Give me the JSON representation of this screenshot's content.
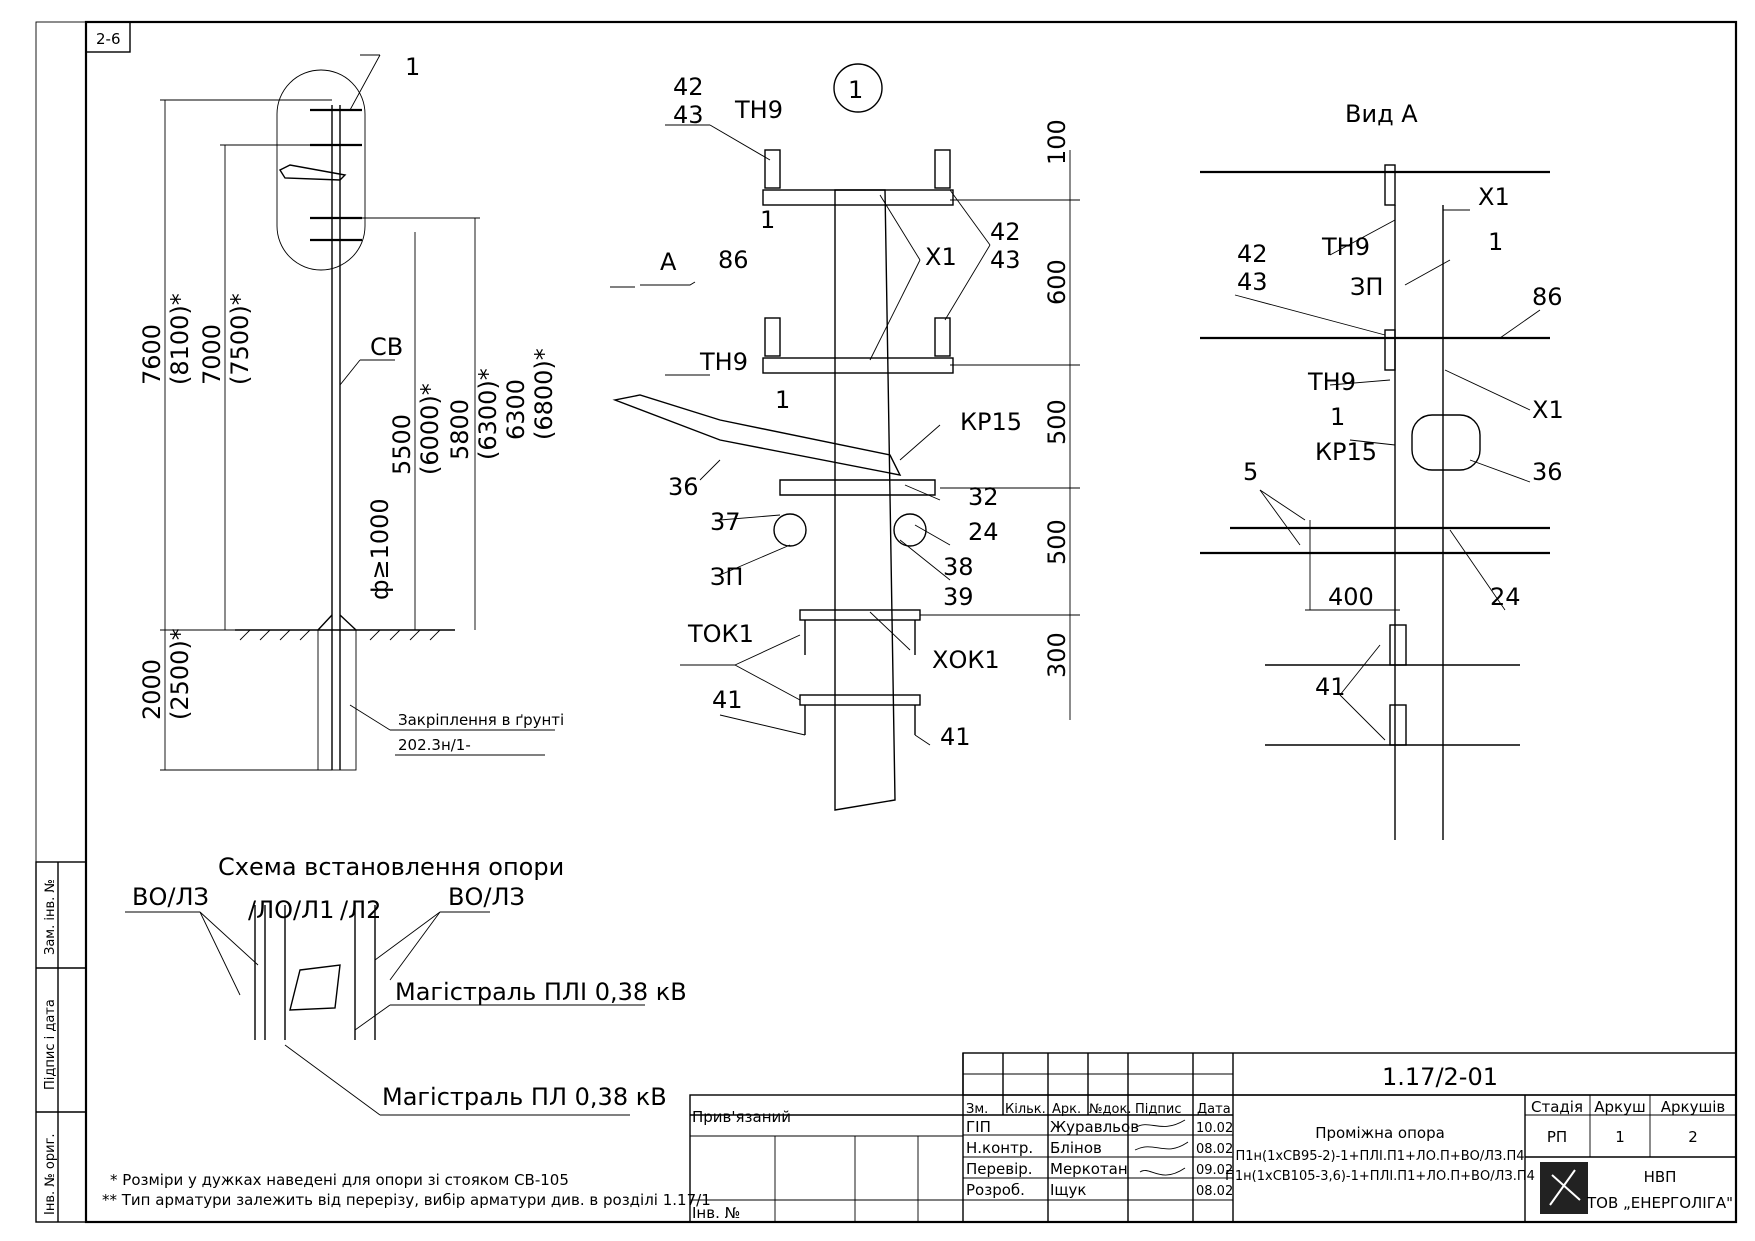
{
  "sheet_tag": "2-6",
  "drawing": {
    "detail_marker": "1",
    "view_title": "Вид А",
    "view_arrow": "А",
    "left": {
      "callout_1": "1",
      "label_cb": "СВ",
      "dims": [
        "7600",
        "(8100)*",
        "7000",
        "(7500)*",
        "5500",
        "(6000)*",
        "5800",
        "(6300)*",
        "6300",
        "(6800)*",
        "2000",
        "(2500)*"
      ],
      "diameter": "ф≥1000",
      "ground_note": "Закріплення в ґрунті",
      "ground_code": "202.3н/1-"
    },
    "middle": {
      "labels": [
        "42",
        "43",
        "ТН9",
        "1",
        "86",
        "А",
        "Х1",
        "42",
        "43",
        "ТН9",
        "1",
        "КР15",
        "36",
        "32",
        "37",
        "24",
        "38",
        "39",
        "ЗП",
        "ТОК1",
        "ХОК1",
        "41",
        "41"
      ],
      "dims": [
        "100",
        "600",
        "500",
        "500",
        "300"
      ]
    },
    "right": {
      "labels": [
        "Х1",
        "42",
        "43",
        "ТН9",
        "1",
        "ЗП",
        "86",
        "ТН9",
        "Х1",
        "1",
        "КР15",
        "36",
        "5",
        "400",
        "24",
        "41"
      ]
    }
  },
  "scheme": {
    "title": "Схема встановлення опори",
    "labels": [
      "ВО/ЛЗ",
      "/ЛО/Л1",
      "/Л2",
      "ВО/ЛЗ"
    ],
    "main_pli": "Магістраль ПЛІ 0,38 кВ",
    "main_pl": "Магістраль ПЛ 0,38 кВ"
  },
  "notes": [
    "* Розміри у дужках наведені для опори зі стояком СВ-105",
    "** Тип арматури залежить від перерізу, вибір арматури див. в розділі 1.17/1"
  ],
  "side_stamp": [
    "Інв. № ориг.",
    "Підпис і дата",
    "Зам. інв. №"
  ],
  "title_block": {
    "priv": "Прив'язаний",
    "inv": "Інв. №",
    "headers": [
      "Зм.",
      "Кільк.",
      "Арк.",
      "№док.",
      "Підпис",
      "Дата"
    ],
    "rows": [
      {
        "role": "ГІП",
        "name": "Журавльов",
        "date": "10.02"
      },
      {
        "role": "Н.контр.",
        "name": "Блінов",
        "date": "08.02"
      },
      {
        "role": "Перевір.",
        "name": "Меркотан",
        "date": "09.02"
      },
      {
        "role": "Розроб.",
        "name": "Іщук",
        "date": "08.02"
      }
    ],
    "code": "1.17/2-01",
    "title1": "Проміжна опора",
    "title2": "П1н(1хСВ95-2)-1+ПЛІ.П1+ЛО.П+ВО/ЛЗ.П4",
    "title3": "П1н(1хСВ105-3,6)-1+ПЛІ.П1+ЛО.П+ВО/ЛЗ.П4",
    "stage_h": "Стадія",
    "sheet_h": "Аркуш",
    "sheets_h": "Аркушів",
    "stage": "РП",
    "sheet": "1",
    "sheets": "2",
    "org1": "НВП",
    "org2": "ТОВ „ЕНЕРГОЛІГА\""
  }
}
